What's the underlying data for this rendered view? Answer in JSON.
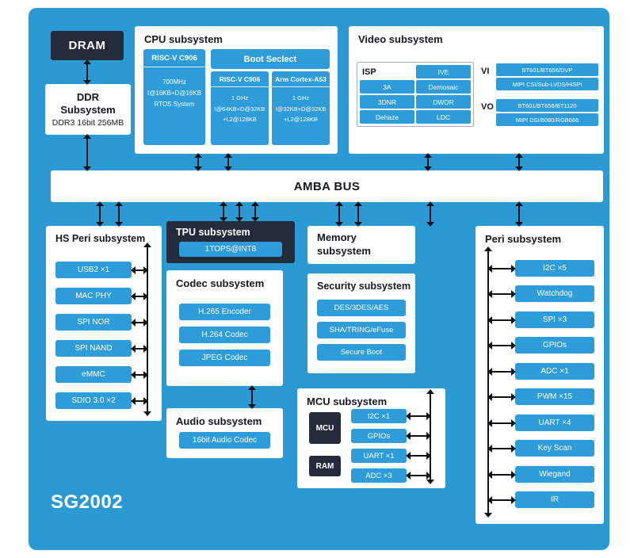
{
  "colors": {
    "panel_blue": "#2b99d4",
    "box_blue": "#2e9cd8",
    "dark_navy": "#242b3b",
    "arrow_black": "#101217"
  },
  "chip_label": "SG2002",
  "dram": {
    "label": "DRAM"
  },
  "ddr": {
    "line1": "DDR",
    "line2": "Subsystem",
    "line3": "DDR3 16bit 256MB"
  },
  "cpu": {
    "title": "CPU subsystem",
    "c906": {
      "name": "RISC-V C906",
      "lines": [
        "700MHz",
        "I@16KB+D@16KB",
        "RTOS System"
      ]
    },
    "boot": {
      "title": "Boot Seclect",
      "cores": [
        {
          "name": "RISC-V C906",
          "lines": [
            "1 GHz",
            "I@64KB+D@32KB",
            "+L2@128KB"
          ]
        },
        {
          "name": "Arm Cortex-A53",
          "lines": [
            "1 GHz",
            "I@32KB+D@32KB",
            "+L2@128KB"
          ]
        }
      ]
    }
  },
  "video": {
    "title": "Video subsystem",
    "isp": {
      "label": "ISP",
      "cells": [
        "IVE",
        "3A",
        "Demosaic",
        "3DNR",
        "DWDR",
        "Dehaze",
        "LDC"
      ]
    },
    "vi": {
      "label": "VI",
      "items": [
        "BT601/BT656/DVP",
        "MIPI CSI/Sub-LVDS/HiSPi"
      ]
    },
    "vo": {
      "label": "VO",
      "items": [
        "BT601/BT656/BT1120",
        "MIPI DSI/8080/RGB666"
      ]
    }
  },
  "bus": {
    "label": "AMBA BUS"
  },
  "hs_peri": {
    "title": "HS Peri subsystem",
    "items": [
      "USB2 ×1",
      "MAC PHY",
      "SPI NOR",
      "SPI NAND",
      "eMMC",
      "SDIO 3.0 ×2"
    ]
  },
  "tpu": {
    "title": "TPU subsystem",
    "item": "1TOPS@INT8"
  },
  "codec": {
    "title": "Codec subsystem",
    "items": [
      "H.265 Encoder",
      "H.264 Codec",
      "JPEG Codec"
    ]
  },
  "memory": {
    "line1": "Memory",
    "line2": "subsystem"
  },
  "security": {
    "title": "Security subsystem",
    "items": [
      "DES/3DES/AES",
      "SHA/TRING/eFuse",
      "Secure Boot"
    ]
  },
  "audio": {
    "title": "Audio subsystem",
    "item": "16bit Audio Codec"
  },
  "mcu": {
    "title": "MCU subsystem",
    "blocks": [
      "MCU",
      "RAM"
    ],
    "items": [
      "I2C ×1",
      "GPIOs",
      "UART ×1",
      "ADC ×3"
    ]
  },
  "peri": {
    "title": "Peri subsystem",
    "items": [
      "I2C ×5",
      "Watchdog",
      "SPI ×3",
      "GPIOs",
      "ADC ×1",
      "PWM ×15",
      "UART ×4",
      "Key Scan",
      "Wiegand",
      "IR"
    ]
  }
}
